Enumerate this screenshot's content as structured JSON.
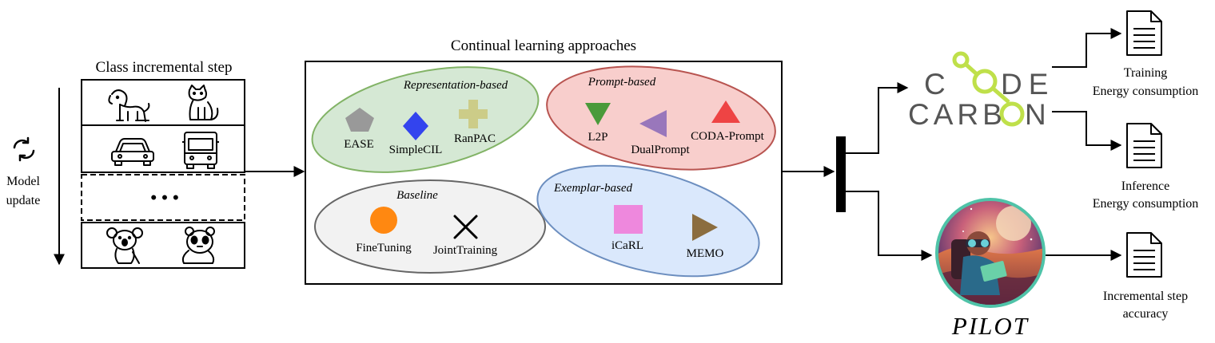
{
  "class_step": {
    "title": "Class incremental step",
    "ellipsis": "• • •",
    "rows": [
      {
        "left_icon": "dog-icon",
        "right_icon": "cat-icon"
      },
      {
        "left_icon": "car-icon",
        "right_icon": "truck-icon"
      },
      {
        "left_icon": "ellipsis",
        "right_icon": ""
      },
      {
        "left_icon": "koala-icon",
        "right_icon": "panda-icon"
      }
    ]
  },
  "model_update": {
    "line1": "Model",
    "line2": "update",
    "icon": "refresh-icon"
  },
  "approaches": {
    "title": "Continual learning approaches",
    "groups": {
      "representation": {
        "label": "Representation-based",
        "color": "#d5e8d4",
        "border": "#82b366",
        "methods": [
          {
            "name": "EASE",
            "shape": "pentagon",
            "color": "#999999"
          },
          {
            "name": "SimpleCIL",
            "shape": "diamond",
            "color": "#3344ee"
          },
          {
            "name": "RanPAC",
            "shape": "plus",
            "color": "#cccc88"
          }
        ]
      },
      "prompt": {
        "label": "Prompt-based",
        "color": "#f8cecc",
        "border": "#b85450",
        "methods": [
          {
            "name": "L2P",
            "shape": "triangle-down",
            "color": "#4a9a3a"
          },
          {
            "name": "DualPrompt",
            "shape": "triangle-left",
            "color": "#9977bb"
          },
          {
            "name": "CODA-Prompt",
            "shape": "triangle-up",
            "color": "#ee4444"
          }
        ]
      },
      "baseline": {
        "label": "Baseline",
        "color": "#f2f2f2",
        "border": "#666666",
        "methods": [
          {
            "name": "FineTuning",
            "shape": "circle",
            "color": "#ff8811"
          },
          {
            "name": "JointTraining",
            "shape": "cross",
            "color": "#000000"
          }
        ]
      },
      "exemplar": {
        "label": "Exemplar-based",
        "color": "#dae8fc",
        "border": "#6c8ebf",
        "methods": [
          {
            "name": "iCaRL",
            "shape": "square",
            "color": "#ee88dd"
          },
          {
            "name": "MEMO",
            "shape": "triangle-right",
            "color": "#8b6d3f"
          }
        ]
      }
    }
  },
  "codecarbon": {
    "line1": [
      "C",
      "D",
      "E"
    ],
    "line2": [
      "CARB",
      "N"
    ],
    "text_color": "#555555",
    "accent_color": "#bfe04a"
  },
  "pilot": {
    "label": "PILOT",
    "icon": "pilot-logo"
  },
  "outputs": {
    "training": {
      "line1": "Training",
      "line2": "Energy consumption",
      "icon": "document-icon"
    },
    "inference": {
      "line1": "Inference",
      "line2": "Energy consumption",
      "icon": "document-icon"
    },
    "accuracy": {
      "line1": "Incremental step",
      "line2": "accuracy",
      "icon": "document-icon"
    }
  }
}
